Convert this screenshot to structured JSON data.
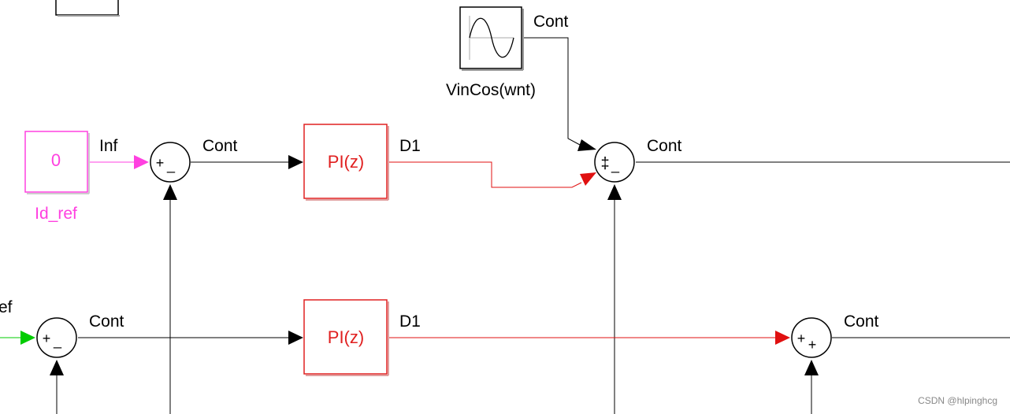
{
  "colors": {
    "signal_black": "#000000",
    "signal_red": "#e01010",
    "signal_magenta": "#ff40e0",
    "signal_green": "#00cc00",
    "block_red": "#e02020",
    "block_magenta": "#ff40e0"
  },
  "blocks": {
    "const_id_ref": {
      "value": "0",
      "name": "Id_ref"
    },
    "sine_wave": {
      "name": "VinCos(wnt)",
      "icon": "sine-wave-icon"
    },
    "pi_top": {
      "label": "PI(z)"
    },
    "pi_bottom": {
      "label": "PI(z)"
    }
  },
  "sum_signs": {
    "sum_top_left": {
      "plus": "+",
      "minus": "_"
    },
    "sum_top_right": {
      "signs": "‡",
      "minus": "_"
    },
    "sum_bottom_left": {
      "plus": "+",
      "minus": "_"
    },
    "sum_bottom_right": {
      "plus": "+",
      "plus2": "+"
    }
  },
  "signal_labels": {
    "id_ref_out": "Inf",
    "sum_tl_out": "Cont",
    "pi_top_out": "D1",
    "sine_out": "Cont",
    "sum_tr_out": "Cont",
    "ref_partial": "ef",
    "sum_bl_out": "Cont",
    "pi_bottom_out": "D1",
    "sum_br_out": "Cont"
  },
  "watermark": "CSDN @hlpinghcg"
}
